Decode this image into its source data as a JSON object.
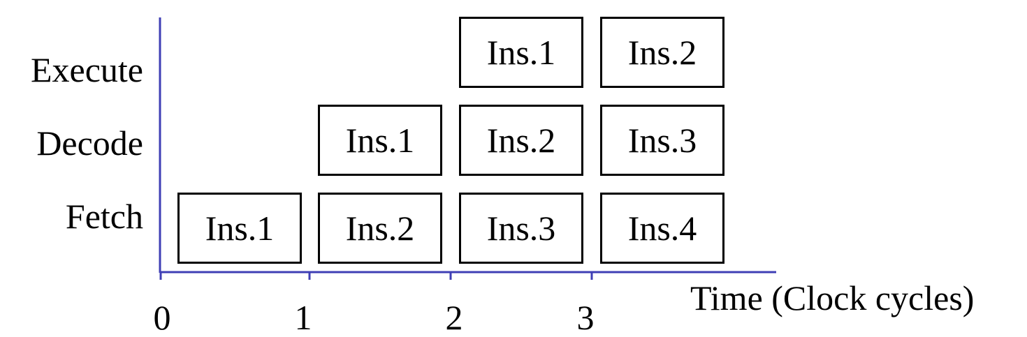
{
  "stages": [
    "Execute",
    "Decode",
    "Fetch"
  ],
  "axis": {
    "title": "Time (Clock cycles)",
    "ticks": [
      "0",
      "1",
      "2",
      "3"
    ],
    "color": "#3f3fb5"
  },
  "cells": [
    {
      "stage": 0,
      "cycle": 2,
      "label": "Ins.1"
    },
    {
      "stage": 0,
      "cycle": 3,
      "label": "Ins.2"
    },
    {
      "stage": 1,
      "cycle": 1,
      "label": "Ins.1"
    },
    {
      "stage": 1,
      "cycle": 2,
      "label": "Ins.2"
    },
    {
      "stage": 1,
      "cycle": 3,
      "label": "Ins.3"
    },
    {
      "stage": 2,
      "cycle": 0,
      "label": "Ins.1"
    },
    {
      "stage": 2,
      "cycle": 1,
      "label": "Ins.2"
    },
    {
      "stage": 2,
      "cycle": 2,
      "label": "Ins.3"
    },
    {
      "stage": 2,
      "cycle": 3,
      "label": "Ins.4"
    }
  ]
}
